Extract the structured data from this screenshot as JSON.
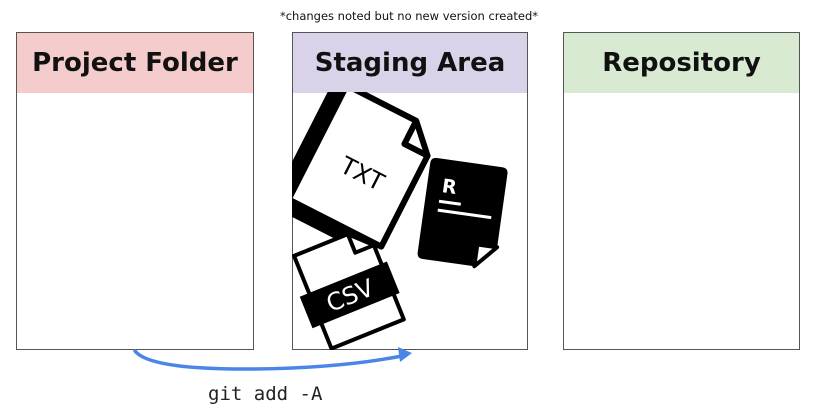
{
  "note": "*changes noted but no new version created*",
  "boxes": [
    {
      "title": "Project Folder",
      "header_color": "#f4cccc"
    },
    {
      "title": "Staging Area",
      "header_color": "#d9d2e9"
    },
    {
      "title": "Repository",
      "header_color": "#d9ead3"
    }
  ],
  "files": {
    "txt_label": "TXT",
    "r_label": "R",
    "csv_label": "CSV"
  },
  "arrow_color": "#4a86e8",
  "command": "git add -A"
}
